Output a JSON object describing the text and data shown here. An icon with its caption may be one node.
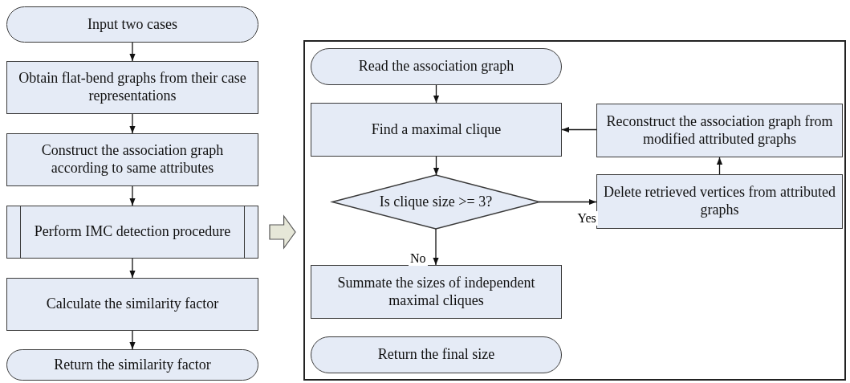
{
  "diagram": {
    "nodes": [
      {
        "text": [
          "Input two cases"
        ]
      },
      {
        "text": [
          "Obtain flat-bend graphs from their case representations"
        ]
      },
      {
        "text": [
          "Construct the association graph according to same attributes"
        ]
      },
      {
        "text": [
          "Perform IMC detection procedure"
        ]
      },
      {
        "text": [
          "Calculate the similarity factor"
        ]
      },
      {
        "text": [
          "Return the similarity factor"
        ]
      },
      {
        "text": [],
        "shape": "box"
      },
      {
        "text": [
          "Read the association graph"
        ],
        "in": 6
      },
      {
        "text": [
          "Find a maximal clique"
        ],
        "in": 6
      },
      {
        "text": [
          "Is clique size >= 3?"
        ],
        "in": 6
      },
      {
        "text": [
          "Summate the sizes of independent maximal cliques"
        ],
        "in": 6
      },
      {
        "text": [
          "Return the final size"
        ],
        "in": 6
      },
      {
        "text": [
          "Reconstruct the association graph from modified attributed graphs"
        ],
        "in": 6
      },
      {
        "text": [
          "Delete retrieved vertices from attributed graphs"
        ],
        "in": 6
      }
    ],
    "edges": [
      {
        "from": 0,
        "to": 1,
        "arrow": "to"
      },
      {
        "from": 1,
        "to": 2,
        "arrow": "to"
      },
      {
        "from": 2,
        "to": 3,
        "arrow": "to"
      },
      {
        "from": 3,
        "to": 4,
        "arrow": "to"
      },
      {
        "from": 4,
        "to": 5,
        "arrow": "to"
      },
      {
        "from": 3,
        "to": 6,
        "arrow": "to",
        "style": "thick"
      },
      {
        "from": 7,
        "to": 8,
        "arrow": "to"
      },
      {
        "from": 8,
        "to": 9,
        "arrow": "to"
      },
      {
        "from": 9,
        "to": 10,
        "arrow": "to",
        "label": "No"
      },
      {
        "from": 9,
        "to": 13,
        "arrow": "to",
        "label": "Yes"
      },
      {
        "from": 13,
        "to": 12,
        "arrow": "to"
      },
      {
        "from": 12,
        "to": 8,
        "arrow": "to"
      }
    ]
  }
}
